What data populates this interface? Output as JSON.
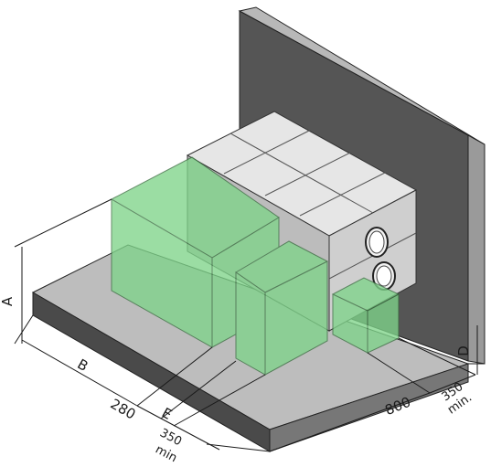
{
  "labels": {
    "a": "A",
    "b": "B",
    "d": "D",
    "e": "E",
    "dim_280": "280",
    "dim_800": "800",
    "dim_350_right": "350",
    "dim_350_right_min": "min.",
    "dim_350_bottom": "350",
    "dim_350_bottom_min": "min"
  },
  "colors": {
    "wall_front": "#555555",
    "wall_side": "#9a9a9a",
    "wall_top": "#b8b8b8",
    "floor_top": "#bdbdbd",
    "floor_front": "#4a4a4a",
    "floor_side": "#777777",
    "unit_top": "#e6e6e6",
    "unit_front": "#cfcfcf",
    "unit_side": "#bcbcbc",
    "clearance_fill": "#7fd48a",
    "clearance_stroke": "#3a6e40",
    "line": "#1a1a1a"
  }
}
